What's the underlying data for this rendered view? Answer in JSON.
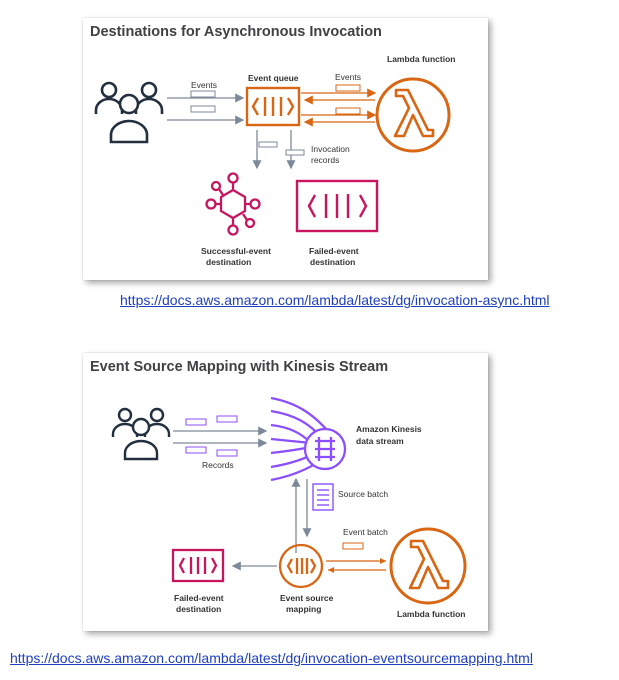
{
  "async_diagram": {
    "title": "Destinations for Asynchronous Invocation",
    "labels": {
      "events_in": "Events",
      "event_queue": "Event queue",
      "events_out": "Events",
      "lambda_function": "Lambda function",
      "invocation_records_line1": "Invocation",
      "invocation_records_line2": "records",
      "success_dest_line1": "Successful-event",
      "success_dest_line2": "destination",
      "failed_dest_line1": "Failed-event",
      "failed_dest_line2": "destination"
    },
    "link": "https://docs.aws.amazon.com/lambda/latest/dg/invocation-async.html"
  },
  "esm_diagram": {
    "title": "Event Source Mapping with Kinesis Stream",
    "labels": {
      "records": "Records",
      "kinesis_line1": "Amazon Kinesis",
      "kinesis_line2": "data stream",
      "source_batch": "Source batch",
      "event_batch": "Event batch",
      "lambda_function": "Lambda function",
      "esm_line1": "Event source",
      "esm_line2": "mapping",
      "failed_dest_line1": "Failed-event",
      "failed_dest_line2": "destination"
    },
    "link": "https://docs.aws.amazon.com/lambda/latest/dg/invocation-eventsourcemapping.html"
  },
  "colors": {
    "orange": "#d86613",
    "magenta": "#c7155e",
    "purple": "#8c4fff",
    "dark": "#232f3e",
    "gray": "#7d8998"
  },
  "icons": [
    "users-icon",
    "queue-icon",
    "lambda-icon",
    "event-bridge-icon",
    "kinesis-icon",
    "document-icon"
  ]
}
